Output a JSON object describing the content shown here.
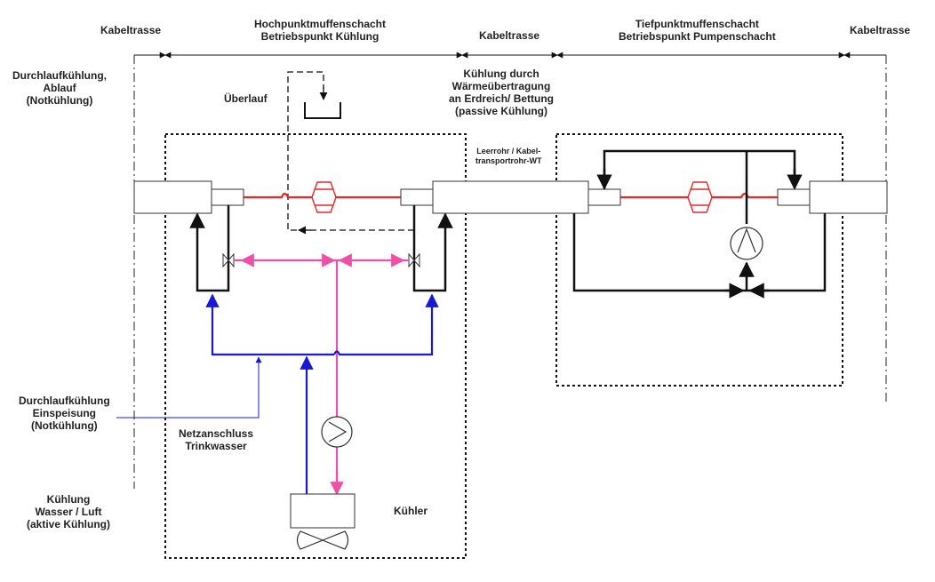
{
  "labels": {
    "kabeltrasse_left": "Kabeltrasse",
    "hochpunkt": "Hochpunktmuffenschacht\nBetriebspunkt Kühlung",
    "kabeltrasse_mid": "Kabeltrasse",
    "tiefpunkt": "Tiefpunktmuffenschacht\nBetriebspunkt Pumpenschacht",
    "kabeltrasse_right": "Kabeltrasse",
    "durchlauf_ablauf": "Durchlaufkühlung,\nAblauf\n(Notkühlung)",
    "ueberlauf": "Überlauf",
    "passive": "Kühlung durch\nWärmeübertragung\nan Erdreich/ Bettung\n(passive Kühlung)",
    "leerrohr": "Leerrohr / Kabel-\ntransportrohr-WT",
    "durchlauf_einspeisung": "Durchlaufkühlung\nEinspeisung\n(Notkühlung)",
    "netzanschluss": "Netzanschluss\nTrinkwasser",
    "kuehler": "Kühler",
    "aktive": "Kühlung\nWasser / Luft\n(aktive Kühlung)"
  },
  "colors": {
    "red_line": "#e8262a",
    "pink_line": "#ee4fa7",
    "blue_line": "#1818d6",
    "black_line": "#111111"
  },
  "icons": [
    "pump-icon",
    "fan-icon",
    "valve-icon",
    "cable-joint-icon"
  ]
}
